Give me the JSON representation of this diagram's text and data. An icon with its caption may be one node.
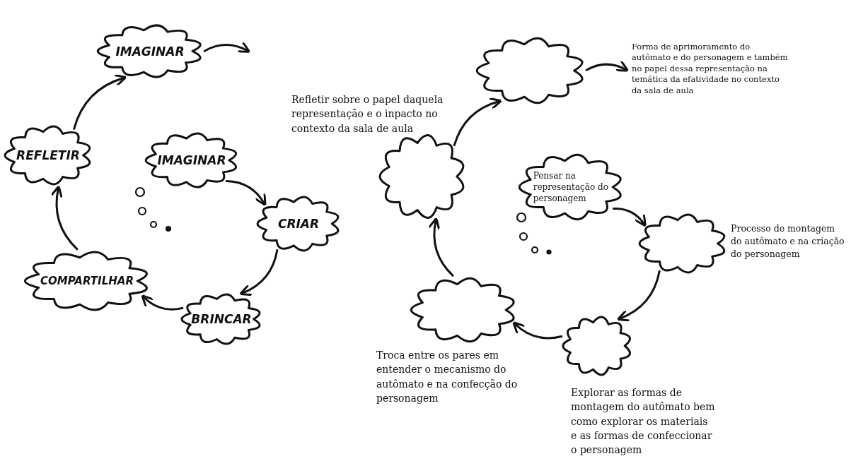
{
  "diagram": {
    "nodes": [
      {
        "text": [
          "IMAGINAR"
        ]
      },
      {
        "text": [
          "IMAGINAR"
        ]
      },
      {
        "text": [
          "CRIAR"
        ]
      },
      {
        "text": [
          "BRINCAR"
        ]
      },
      {
        "text": [
          "COMPARTILHAR"
        ]
      },
      {
        "text": [
          "REFLETIR"
        ]
      },
      {
        "text": [
          "Pensar na representação do personagem"
        ]
      },
      {
        "text": [],
        "shape": "cloud",
        "beside": [
          "Processo de montagem do autômato e na criação do personagem"
        ]
      },
      {
        "text": [],
        "shape": "cloud",
        "beside": [
          "Explorar as formas de montagem do autômato bem como explorar os materiais e as formas de confeccionar o personagem"
        ]
      },
      {
        "text": [],
        "shape": "cloud",
        "beside": [
          "Troca entre os pares em entender o mecanismo do autômato e na confecção do personagem"
        ]
      },
      {
        "text": [],
        "shape": "cloud",
        "beside": [
          "Refletir sobre o papel daquela representação e o inpacto no contexto da sala de aula"
        ]
      },
      {
        "text": [],
        "shape": "cloud"
      },
      {
        "text": [
          "Forma de aprimoramento do autômato e do personagem e também no papel dessa representação na temática da efatividade no contexto da sala de aula"
        ]
      }
    ],
    "edges": [
      {
        "from": 1,
        "to": 2,
        "arrow": "to"
      },
      {
        "from": 2,
        "to": 3,
        "arrow": "to"
      },
      {
        "from": 3,
        "to": 4,
        "arrow": "to"
      },
      {
        "from": 4,
        "to": 5,
        "arrow": "to"
      },
      {
        "from": 5,
        "to": 0,
        "arrow": "to"
      },
      {
        "from": 0,
        "to": null,
        "arrow": "to"
      },
      {
        "from": 6,
        "to": 7,
        "arrow": "to"
      },
      {
        "from": 7,
        "to": 8,
        "arrow": "to"
      },
      {
        "from": 8,
        "to": 9,
        "arrow": "to"
      },
      {
        "from": 9,
        "to": 10,
        "arrow": "to"
      },
      {
        "from": 10,
        "to": 11,
        "arrow": "to"
      },
      {
        "from": 11,
        "to": 12,
        "arrow": "to"
      }
    ]
  }
}
